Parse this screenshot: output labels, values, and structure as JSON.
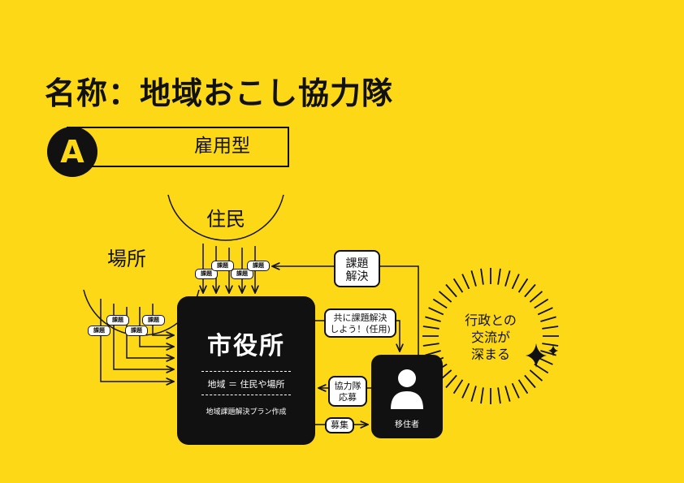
{
  "title": "名称：地域おこし協力隊",
  "type": {
    "letter": "A",
    "label": "雇用型"
  },
  "residents_label": "住民",
  "places_label": "場所",
  "issue_tag": "課題",
  "city_hall": {
    "name": "市役所",
    "equation": "地域 ＝ 住民や場所",
    "plan": "地域課題解決プラン作成"
  },
  "migrant_label": "移住者",
  "notes": {
    "issues": [
      "課題",
      "解決"
    ],
    "solve_together": [
      "共に課題解決",
      "しよう！(任用)"
    ],
    "apply": [
      "協力隊",
      "応募"
    ],
    "recruit": "募集"
  },
  "interaction": [
    "行政との",
    "交流が",
    "深まる"
  ],
  "colors": {
    "background": "#fcd816",
    "ink": "#111111",
    "card": "#ffffff"
  }
}
